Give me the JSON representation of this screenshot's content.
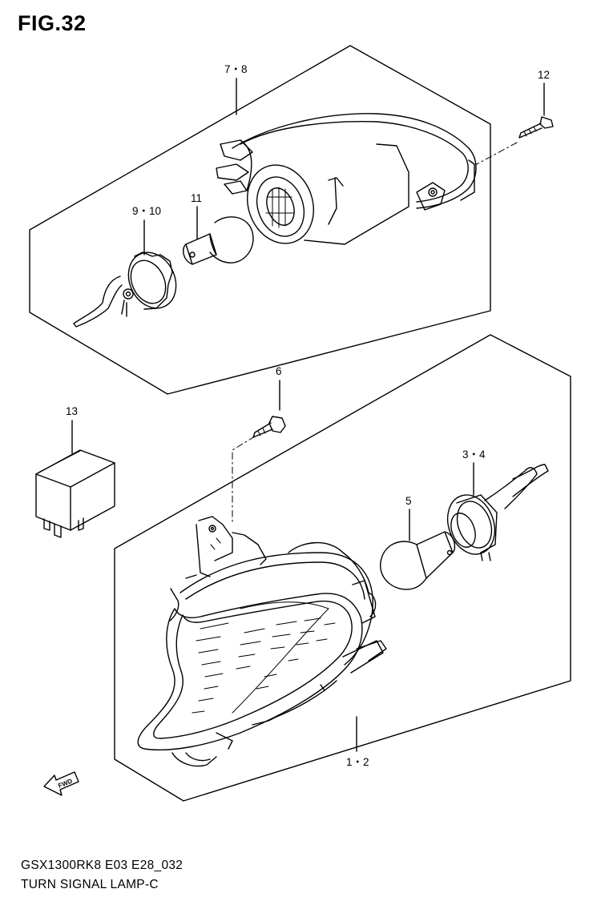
{
  "figure": {
    "title": "FIG.32",
    "model_code": "GSX1300RK8 E03 E28_032",
    "caption": "TURN SIGNAL LAMP-C"
  },
  "callouts": {
    "c78": "7・8",
    "c12": "12",
    "c910": "9・10",
    "c11": "11",
    "c6": "6",
    "c13": "13",
    "c34": "3・4",
    "c5": "5",
    "c12b": "1・2"
  },
  "fwd_mark": "FWD"
}
